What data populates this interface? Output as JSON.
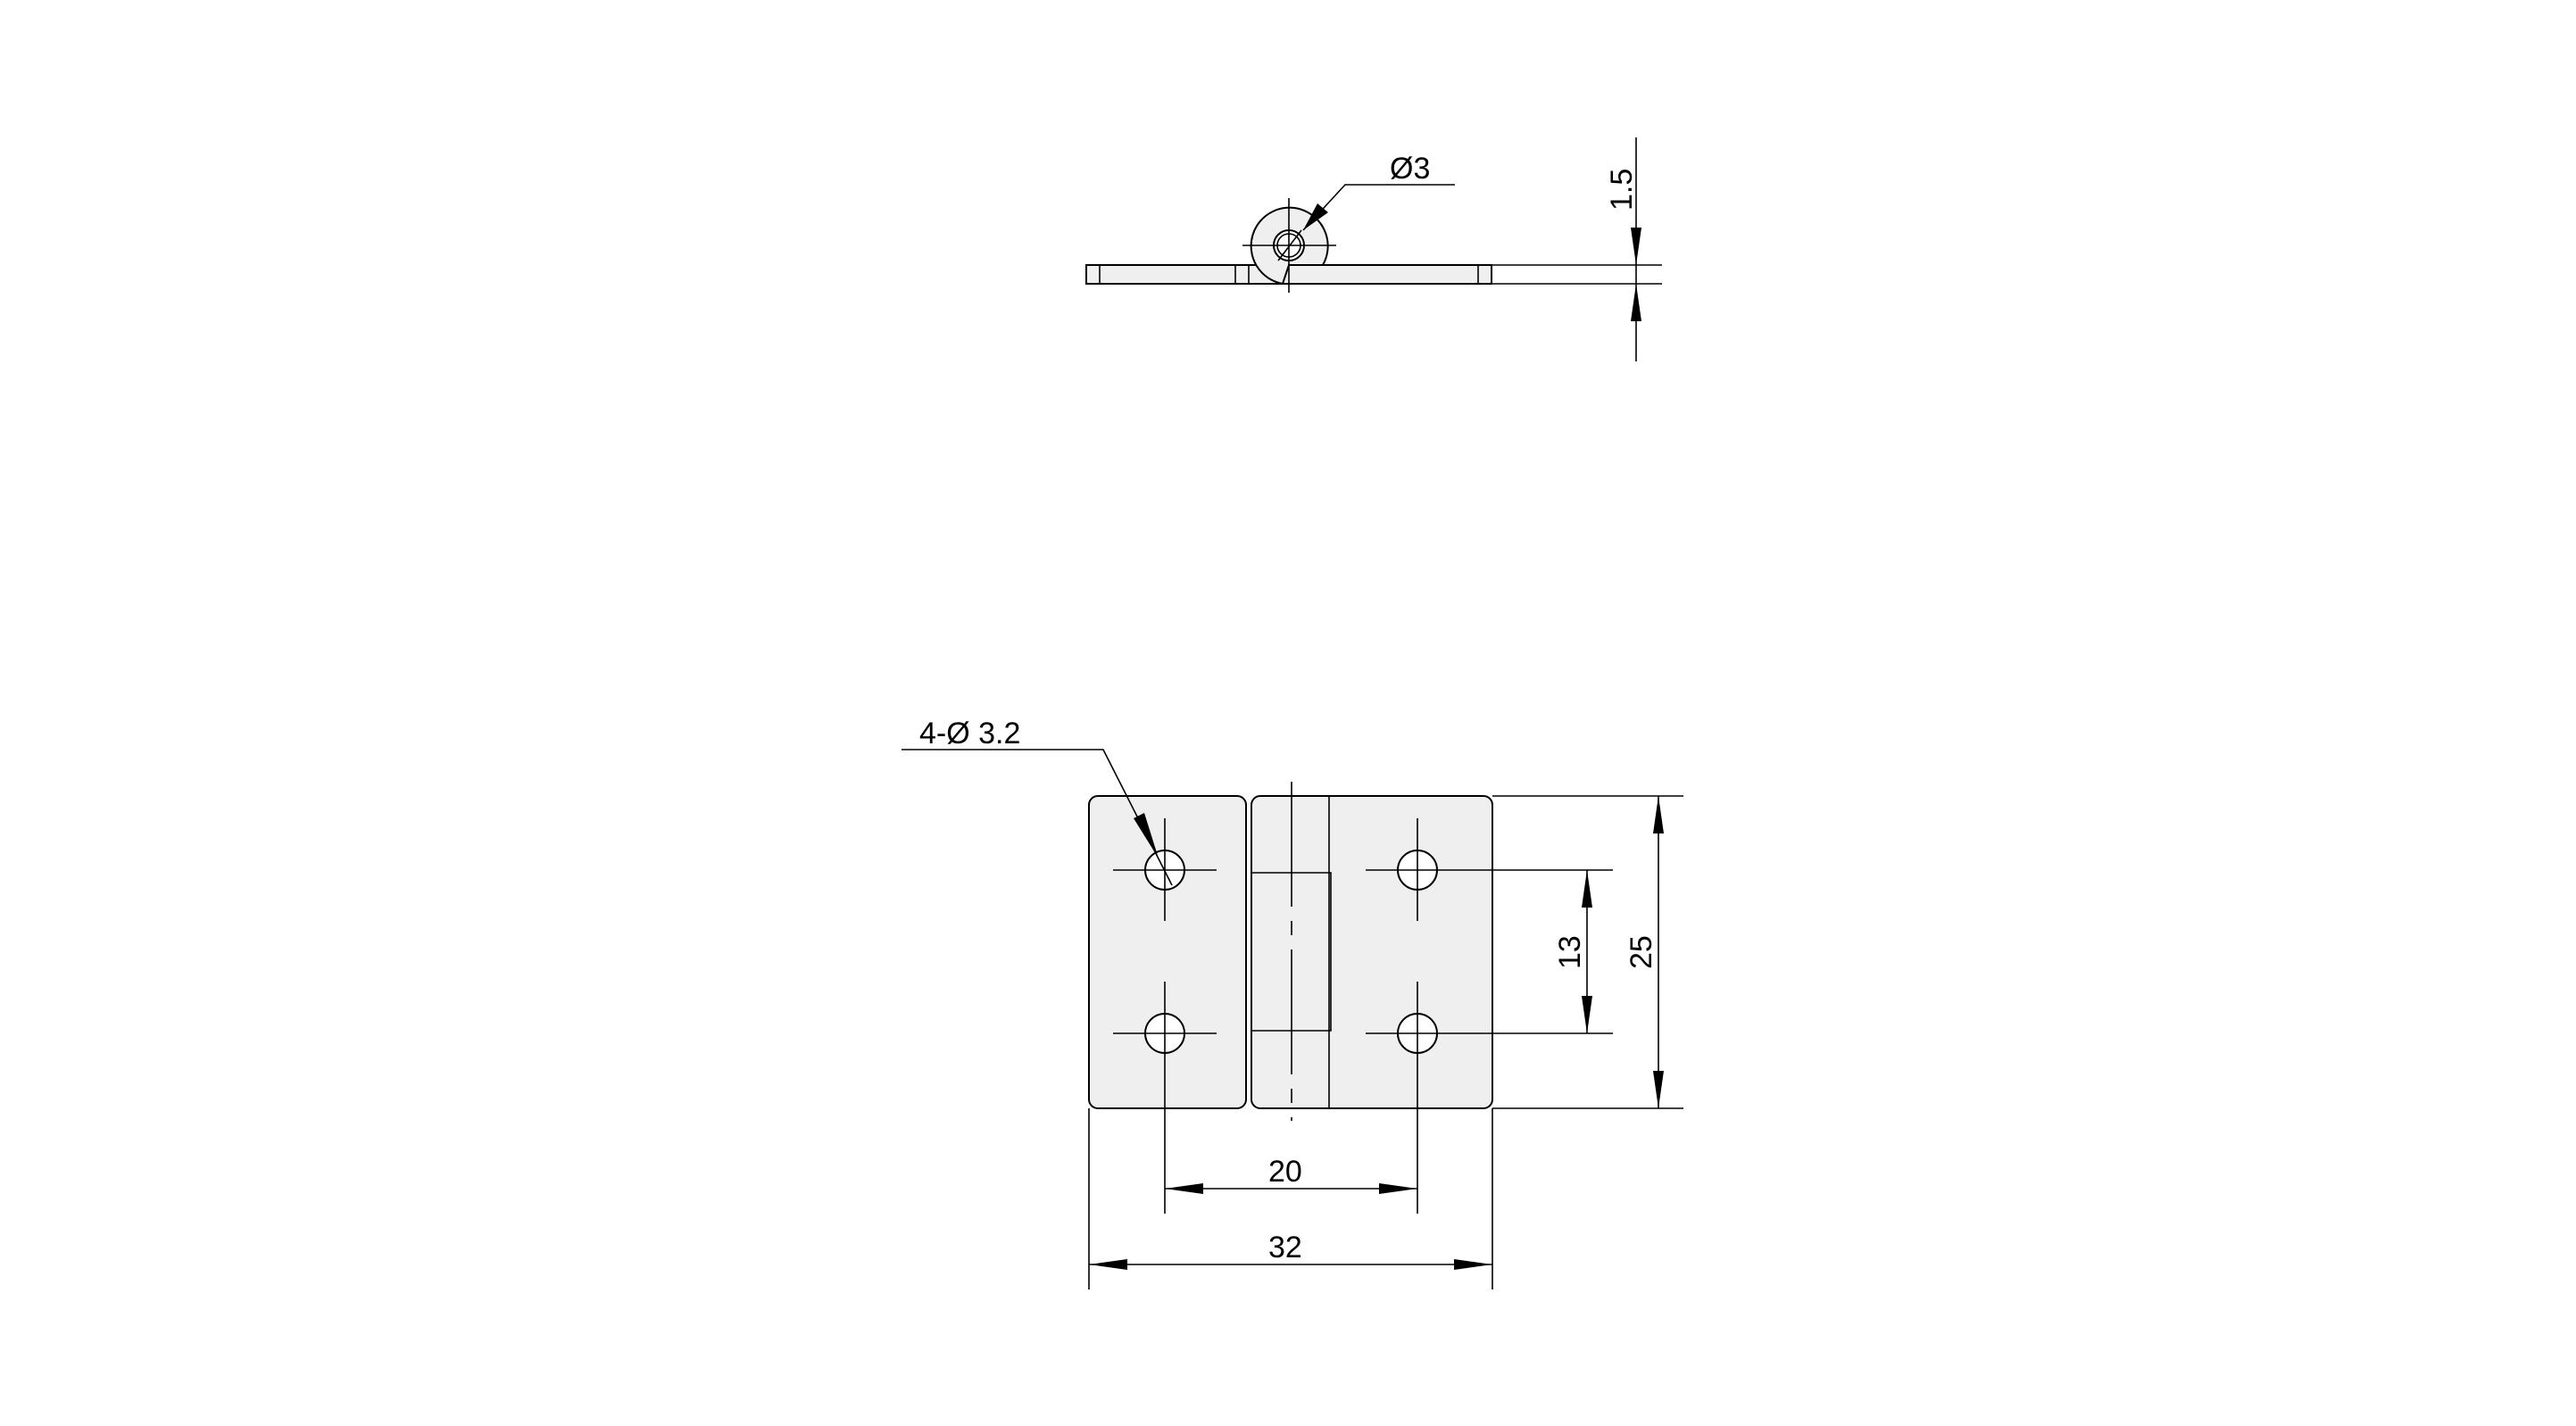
{
  "drawing": {
    "subject": "hinge",
    "side_view": {
      "pin_diameter_label": "Ø3",
      "thickness_label": "1.5"
    },
    "front_view": {
      "holes_label": "4-Ø 3.2",
      "hole_spacing_horizontal_label": "20",
      "overall_width_label": "32",
      "hole_spacing_vertical_label": "13",
      "overall_height_label": "25"
    }
  }
}
